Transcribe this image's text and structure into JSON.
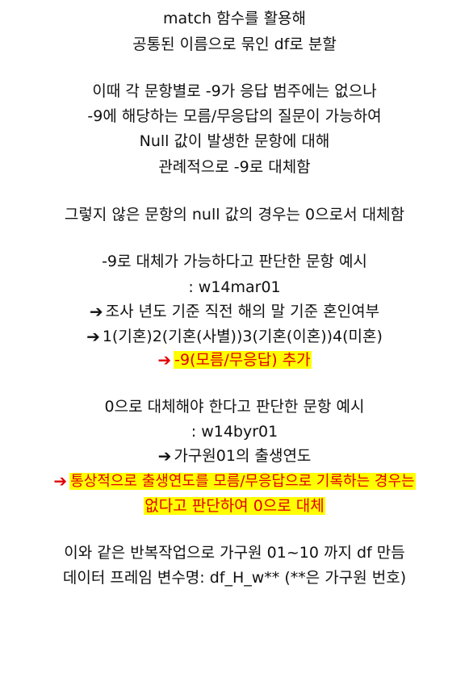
{
  "colors": {
    "highlight_bg": "#ffff00",
    "highlight_text": "#e00000",
    "arrow_black": "#111111",
    "arrow_red": "#e00000"
  },
  "icons": {
    "arrow": "➔"
  },
  "intro": {
    "line1": "match 함수를 활용해",
    "line2": "공통된 이름으로 묶인 df로 분할"
  },
  "explanation": {
    "line1": "이때 각 문항별로 -9가 응답 범주에는 없으나",
    "line2": "-9에 해당하는 모름/무응답의 질문이 가능하여",
    "line3": "Null 값이 발생한 문항에 대해",
    "line4": "관례적으로 -9로 대체함"
  },
  "null_rule": "그렇지 않은 문항의 null 값의 경우는 0으로서 대체함",
  "example1": {
    "heading": "-9로 대체가 가능하다고 판단한 문항 예시",
    "var": ": w14mar01",
    "desc": "조사 년도 기준 직전 해의 말 기준 혼인여부",
    "options": "1(기혼)2(기혼(사별))3(기혼(이혼))4(미혼)",
    "added": "-9(모름/무응답) 추가"
  },
  "example2": {
    "heading": "0으로 대체해야 한다고 판단한 문항 예시",
    "var": ": w14byr01",
    "desc": "가구원01의 출생연도",
    "note_line1": "통상적으로 출생연도를 모름/무응답으로 기록하는 경우는",
    "note_line2": "없다고 판단하여 0으로 대체"
  },
  "outro": {
    "line1": "이와 같은 반복작업으로 가구원 01~10 까지 df 만듬",
    "line2": "데이터 프레임 변수명: df_H_w** (**은 가구원 번호)"
  }
}
